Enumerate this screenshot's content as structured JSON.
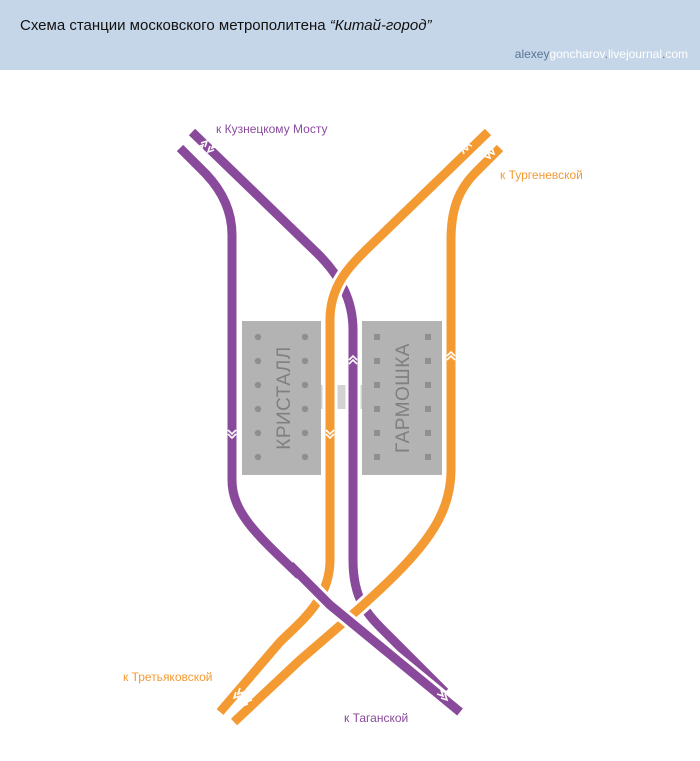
{
  "header": {
    "title_prefix": "Схема станции московского метрополитена ",
    "title_name": "“Китай-город”",
    "credit": {
      "p1": "alexey",
      "p2": "goncharov",
      "p3": ".",
      "p4": "livejournal",
      "p5": ".",
      "p6": "com"
    }
  },
  "colors": {
    "purple_line": "#8a4a9c",
    "orange_line": "#f39a33",
    "hall": "#b3b3b3",
    "header_bg": "#c5d6e8"
  },
  "halls": [
    {
      "id": "kristall",
      "label": "КРИСТАЛЛ"
    },
    {
      "id": "garmoshka",
      "label": "ГАРМОШКА"
    }
  ],
  "directions": {
    "kuznetsky": "к Кузнецкому Мосту",
    "turgenevskaya": "к Тургеневской",
    "tretyakovskaya": "к Третьяковской",
    "taganskaya": "к Таганской"
  }
}
